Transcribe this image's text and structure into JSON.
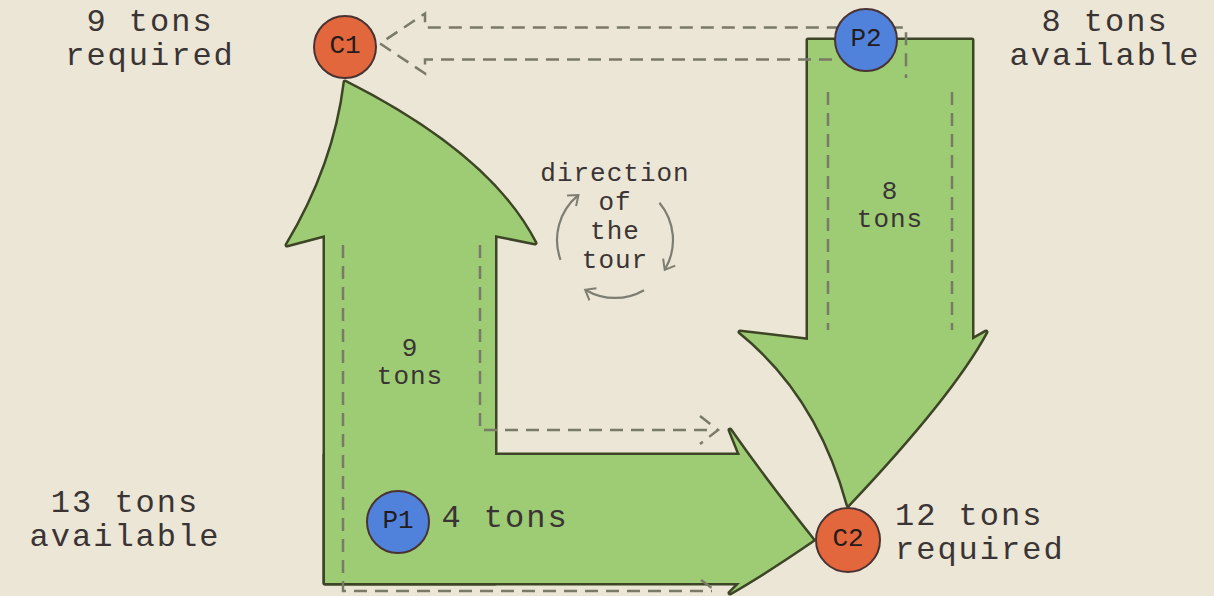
{
  "diagram": {
    "nodes": [
      {
        "text": [
          "C1"
        ]
      },
      {
        "text": [
          "P2"
        ]
      },
      {
        "text": [
          "P1"
        ]
      },
      {
        "text": [
          "C2"
        ]
      }
    ],
    "edges": [
      {
        "from": 2,
        "to": 0,
        "arrow": "to",
        "label": "9 tons"
      },
      {
        "from": 1,
        "to": 3,
        "arrow": "to",
        "label": "8 tons"
      },
      {
        "from": 2,
        "to": 3,
        "arrow": "to",
        "label": "4 tons"
      },
      {
        "from": 1,
        "to": 0,
        "arrow": "to"
      }
    ],
    "labels": [
      "9 tons required",
      "8 tons available",
      "direction of the tour",
      "13 tons available",
      "12 tons required"
    ]
  }
}
